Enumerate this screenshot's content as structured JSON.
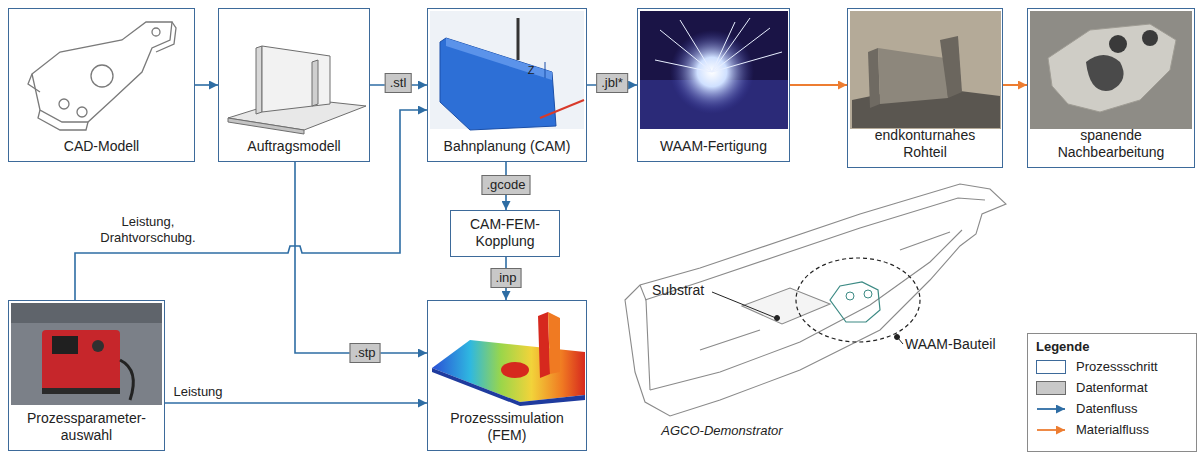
{
  "diagram": {
    "nodes": [
      {
        "text": [
          "CAD-Modell"
        ]
      },
      {
        "text": [
          "Auftragsmodell"
        ]
      },
      {
        "text": [
          "Bahnplanung (CAM)"
        ]
      },
      {
        "text": [
          "WAAM-Fertigung"
        ]
      },
      {
        "text": [
          "endkonturnahes Rohteil"
        ]
      },
      {
        "text": [
          "spanende Nachbearbeitung"
        ]
      },
      {
        "text": [
          "CAM-FEM- Kopplung"
        ]
      },
      {
        "text": [
          "Prozessparameter- auswahl"
        ]
      },
      {
        "text": [
          "Prozesssimulation (FEM)"
        ]
      }
    ],
    "edges": [
      {
        "from": 0,
        "to": 1,
        "arrow": "to"
      },
      {
        "from": 1,
        "to": 2,
        "label": ".stl",
        "arrow": "to"
      },
      {
        "from": 2,
        "to": 3,
        "label": ".jbl*",
        "arrow": "to"
      },
      {
        "from": 3,
        "to": 4,
        "arrow": "to"
      },
      {
        "from": 4,
        "to": 5,
        "arrow": "to"
      },
      {
        "from": 2,
        "to": 6,
        "label": ".gcode",
        "arrow": "to"
      },
      {
        "from": 6,
        "to": 8,
        "label": ".inp",
        "arrow": "to"
      },
      {
        "from": 7,
        "to": 2,
        "label": "Leistung, Drahtvorschubg.",
        "arrow": "to"
      },
      {
        "from": 1,
        "to": 8,
        "label": ".stp",
        "arrow": "to"
      },
      {
        "from": 7,
        "to": 8,
        "label": "Leistung",
        "arrow": "to"
      }
    ],
    "labels": [
      "Z",
      "Substrat",
      "WAAM-Bauteil",
      "AGCO-Demonstrator",
      "Legende"
    ],
    "legend": [
      {
        "text": "Prozessschritt"
      },
      {
        "text": "Datenformat",
        "color": "#c8c8c8"
      },
      {
        "text": "Datenfluss"
      },
      {
        "text": "Materialfluss"
      }
    ]
  }
}
